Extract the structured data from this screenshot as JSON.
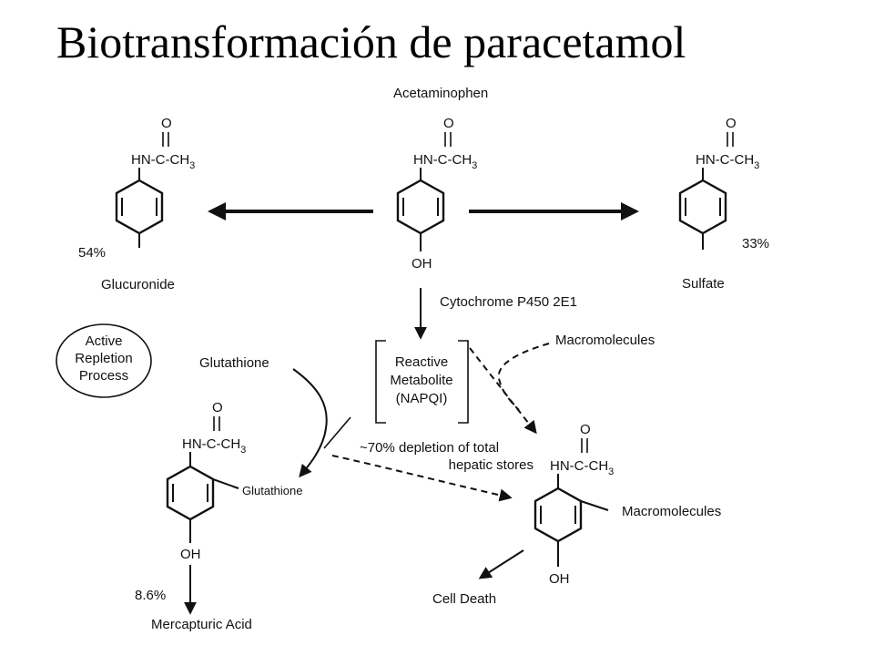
{
  "title": "Biotransformación de paracetamol",
  "center": {
    "name": "Acetaminophen",
    "substituent": "OH"
  },
  "amide": {
    "carbonyl": "O",
    "group": "HN-C-CH",
    "group_sub": "3"
  },
  "glucuronide": {
    "percent": "54%",
    "label": "Glucuronide"
  },
  "sulfate": {
    "percent": "33%",
    "label": "Sulfate"
  },
  "enzyme": "Cytochrome P450 2E1",
  "repletion": {
    "line1": "Active",
    "line2": "Repletion",
    "line3": "Process"
  },
  "glutathione_label": "Glutathione",
  "napqi": {
    "line1": "Reactive",
    "line2": "Metabolite",
    "line3": "(NAPQI)"
  },
  "macromolecules_top": "Macromolecules",
  "depletion": {
    "line1": "~70% depletion of total",
    "line2": "hepatic stores"
  },
  "conjugate": {
    "substituent_label": "Glutathione",
    "oh": "OH",
    "percent": "8.6%",
    "product": "Mercapturic Acid"
  },
  "adduct": {
    "substituent_label": "Macromolecules",
    "oh": "OH",
    "outcome": "Cell Death"
  }
}
